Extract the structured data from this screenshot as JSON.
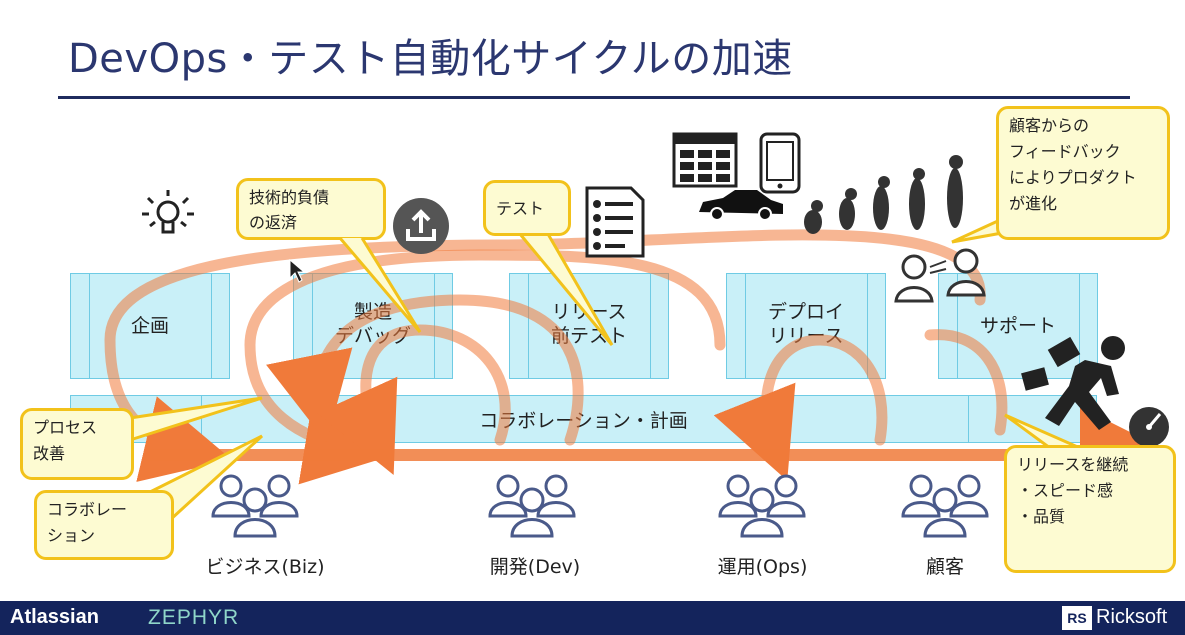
{
  "title": "DevOps・テスト自動化サイクルの加速",
  "stages": [
    {
      "label": "企画"
    },
    {
      "label": "製造\nデバッグ"
    },
    {
      "label": "リリース\n前テスト"
    },
    {
      "label": "デプロイ\nリリース"
    },
    {
      "label": "サポート"
    }
  ],
  "collaboration_band": {
    "label": "コラボレーション・計画"
  },
  "callouts": {
    "tech_debt": "技術的負債\nの返済",
    "test": "テスト",
    "feedback": "顧客からの\nフィードバック\nによりプロダクト\nが進化",
    "process": "プロセス\n改善",
    "collab": "コラボレー\nション",
    "continuous": "リリースを継続\n・スピード感\n・品質"
  },
  "actors": [
    {
      "label": "ビジネス(Biz)"
    },
    {
      "label": "開発(Dev)"
    },
    {
      "label": "運用(Ops)"
    },
    {
      "label": "顧客"
    }
  ],
  "footer": {
    "atlassian": "Atlassian",
    "zephyr": "ZEPHYR",
    "rs_mark": "RS",
    "ricksoft": "Ricksoft"
  },
  "colors": {
    "title": "#2b3770",
    "stage_fill": "#c9f0f8",
    "stage_border": "#6fcbe4",
    "callout_fill": "#fdfbd2",
    "callout_border": "#f2c21b",
    "arrow": "#f07a3a",
    "footer": "#14245c"
  },
  "icons": {
    "idea": "lightbulb-icon",
    "upload": "upload-icon",
    "test_doc": "checklist-document-icon",
    "browser": "browser-window-icon",
    "phone": "smartphone-icon",
    "car": "car-icon",
    "evolution": "human-evolution-icon",
    "conversation": "conversation-icon",
    "runner": "running-businessman-icon",
    "speed": "speedometer-icon",
    "people": "user-group-icon",
    "cursor": "mouse-cursor-icon"
  }
}
